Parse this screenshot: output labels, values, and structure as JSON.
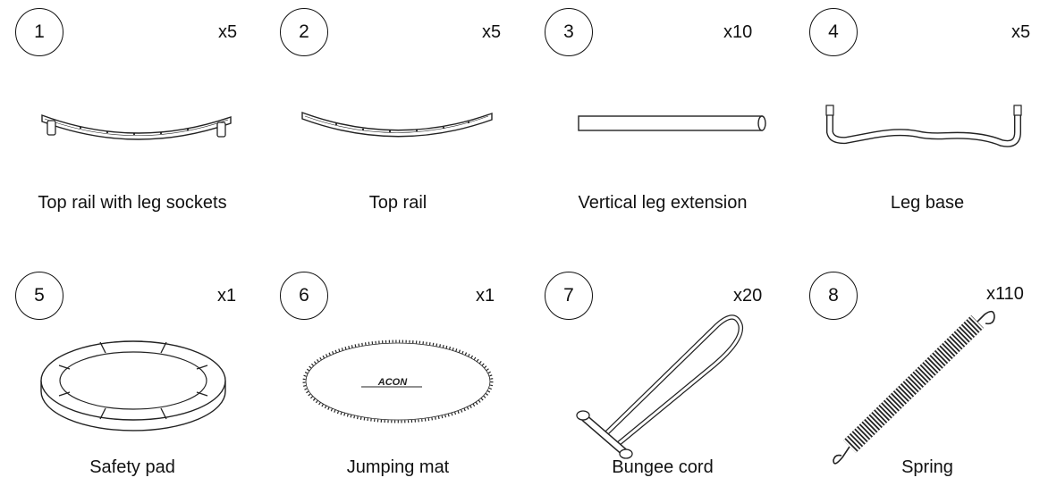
{
  "parts": [
    {
      "number": "1",
      "qty": "x5",
      "label": "Top rail with leg sockets",
      "icon": "curved-rail-with-sockets"
    },
    {
      "number": "2",
      "qty": "x5",
      "label": "Top rail",
      "icon": "curved-rail"
    },
    {
      "number": "3",
      "qty": "x10",
      "label": "Vertical leg extension",
      "icon": "straight-tube"
    },
    {
      "number": "4",
      "qty": "x5",
      "label": "Leg base",
      "icon": "bent-leg-base"
    },
    {
      "number": "5",
      "qty": "x1",
      "label": "Safety pad",
      "icon": "round-safety-pad"
    },
    {
      "number": "6",
      "qty": "x1",
      "label": "Jumping mat",
      "icon": "round-jumping-mat",
      "mat_brand": "ACON"
    },
    {
      "number": "7",
      "qty": "x20",
      "label": "Bungee cord",
      "icon": "bungee-loop"
    },
    {
      "number": "8",
      "qty": "x110",
      "label": "Spring",
      "icon": "coil-spring"
    }
  ]
}
